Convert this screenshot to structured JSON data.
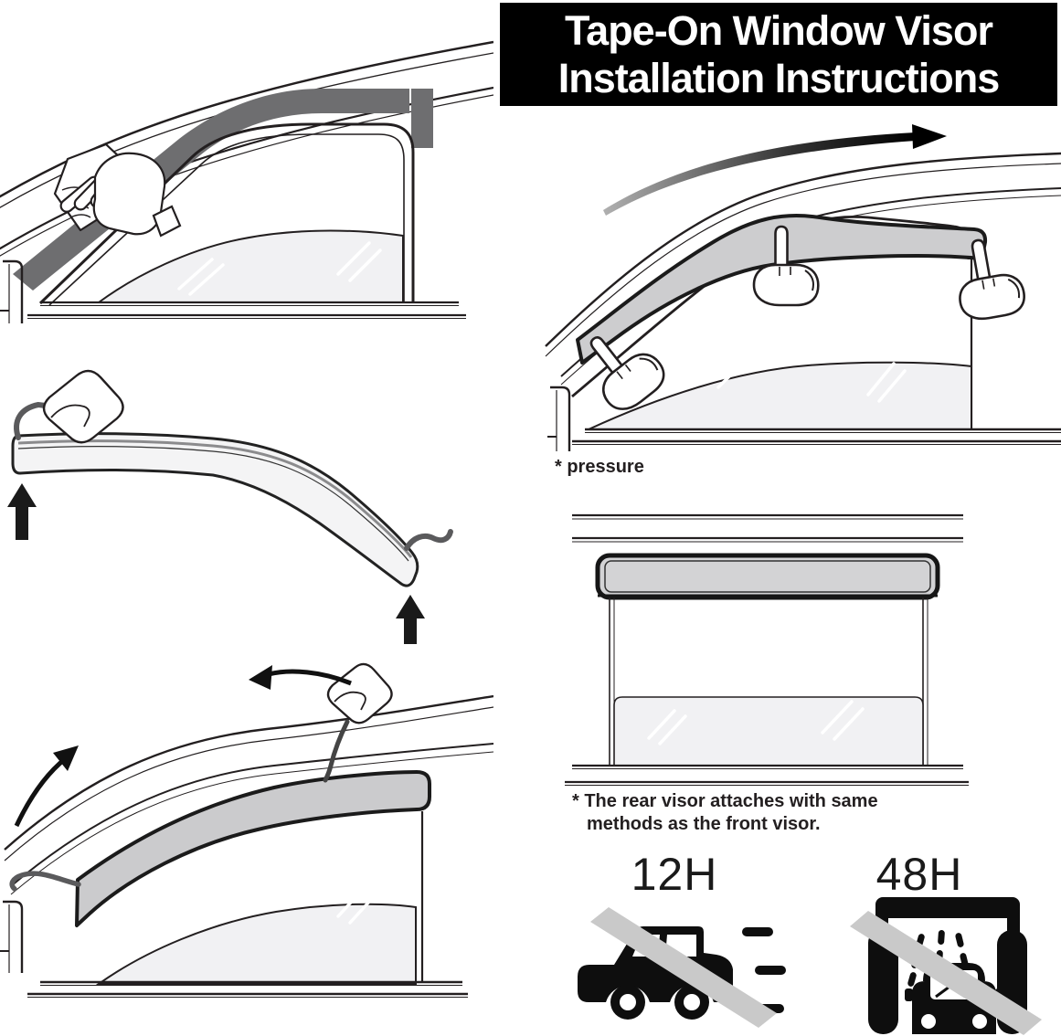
{
  "banner": {
    "line1": "Tape-On Window Visor",
    "line2": "Installation Instructions"
  },
  "labels": {
    "pressure": "* pressure",
    "rear_note_line1": "* The rear visor attaches with same",
    "rear_note_line2": "methods as the front visor."
  },
  "restrictions": [
    {
      "label": "12H",
      "icon": "no-driving-icon"
    },
    {
      "label": "48H",
      "icon": "no-car-wash-icon"
    }
  ],
  "icons": [
    "cleaning-hand-icon",
    "peel-tape-hand-icon",
    "pull-liner-hand-icon",
    "up-arrow-icon",
    "press-finger-hand-icon",
    "direction-arrow-icon",
    "no-driving-icon",
    "no-car-wash-icon"
  ],
  "colors": {
    "banner_bg": "#000000",
    "banner_text": "#ffffff",
    "line": "#231f20",
    "visor_fill": "#cdcdcf",
    "visor_light_fill": "#f4f4f5",
    "frame_stripe": "#6e6e70",
    "glass_fill": "#f1f1f3",
    "cross_band": "#c9c9c9",
    "icon_black": "#0e0e0e"
  }
}
